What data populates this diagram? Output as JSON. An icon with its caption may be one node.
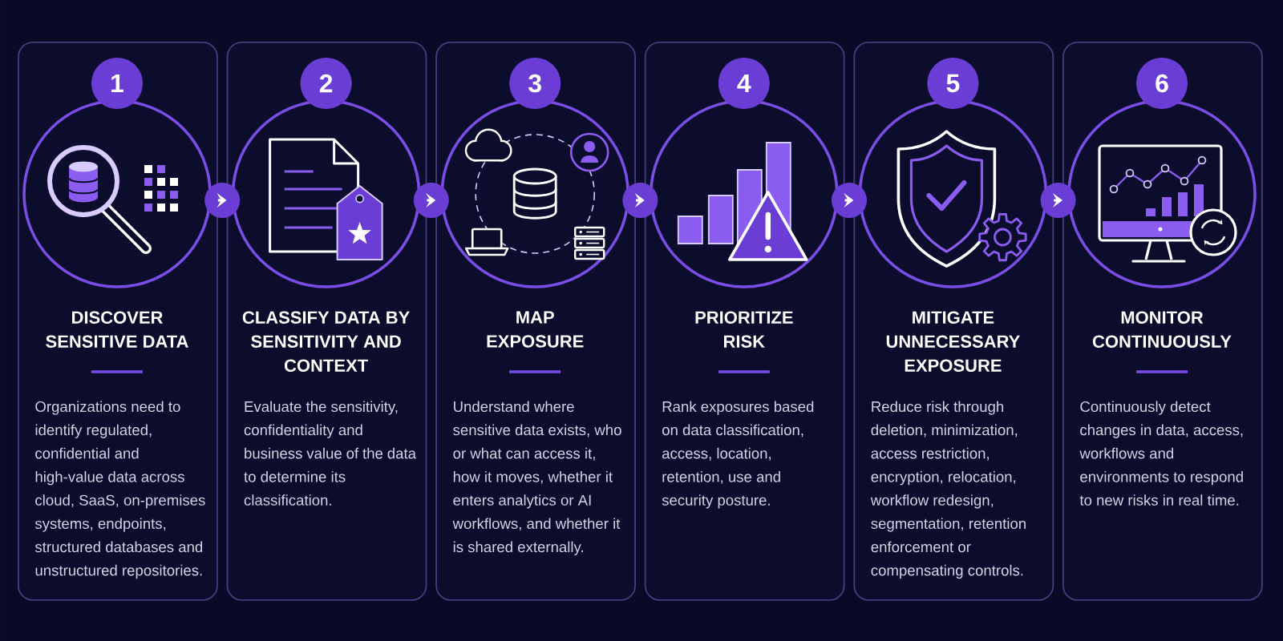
{
  "diagram": {
    "nodes": [
      {
        "text": [
          "DISCOVER SENSITIVE DATA",
          "Organizations need to identify regulated, confidential and high-value data across cloud, SaaS, on-premises systems, endpoints, structured databases and unstructured repositories."
        ]
      },
      {
        "text": [
          "1"
        ],
        "in": 0
      },
      {
        "text": [
          "CLASSIFY DATA BY SENSITIVITY AND CONTEXT",
          "Evaluate the sensitivity, confidentiality and business value of the data to determine its classification."
        ]
      },
      {
        "text": [
          "2"
        ],
        "in": 2
      },
      {
        "text": [
          "MAP EXPOSURE",
          "Understand where sensitive data exists, who or what can access it, how it moves, whether it enters analytics or AI workflows, and whether it is shared externally."
        ]
      },
      {
        "text": [
          "3"
        ],
        "in": 4
      },
      {
        "text": [
          "PRIORITIZE RISK",
          "Rank exposures based on data classification, access, location, retention, use and security posture."
        ]
      },
      {
        "text": [
          "4"
        ],
        "in": 6
      },
      {
        "text": [
          "MITIGATE UNNECESSARY EXPOSURE",
          "Reduce risk through deletion, minimization, access restriction, encryption, relocation, workflow redesign, segmentation, retention enforcement or compensating controls."
        ]
      },
      {
        "text": [
          "5"
        ],
        "in": 8
      },
      {
        "text": [
          "MONITOR CONTINUOUSLY",
          "Continuously detect changes in data, access, workflows and environments to respond to new risks in real time."
        ]
      },
      {
        "text": [
          "6"
        ],
        "in": 10
      }
    ],
    "edges": [
      {
        "from": 0,
        "to": 2,
        "arrow": "to"
      },
      {
        "from": 2,
        "to": 4,
        "arrow": "to"
      },
      {
        "from": 4,
        "to": 6,
        "arrow": "to"
      },
      {
        "from": 6,
        "to": 8,
        "arrow": "to"
      },
      {
        "from": 8,
        "to": 10,
        "arrow": "to"
      }
    ]
  }
}
